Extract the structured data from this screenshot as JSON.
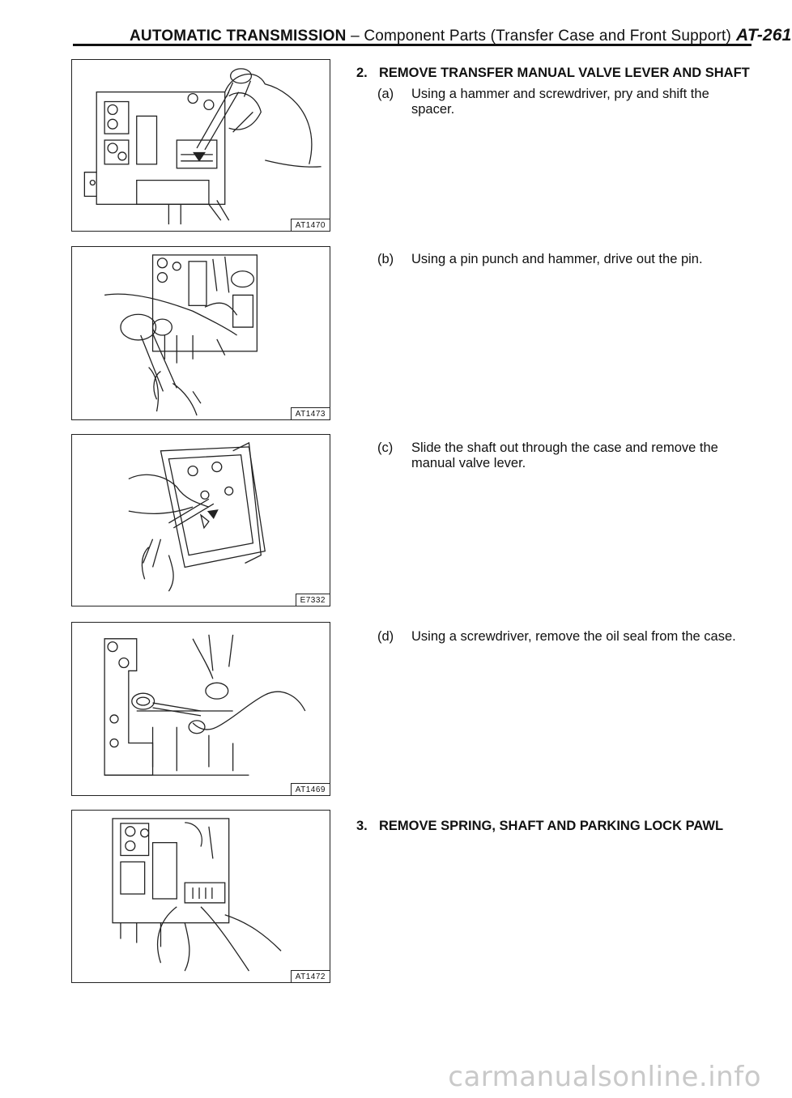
{
  "header": {
    "section": "AUTOMATIC TRANSMISSION",
    "subtitle": " – Component Parts (Transfer Case and Front Support)",
    "page": "AT-261"
  },
  "figures": [
    {
      "code": "AT1470"
    },
    {
      "code": "AT1473"
    },
    {
      "code": "E7332"
    },
    {
      "code": "AT1469"
    },
    {
      "code": "AT1472"
    }
  ],
  "steps": [
    {
      "number": "2.",
      "title": "REMOVE TRANSFER MANUAL VALVE LEVER AND SHAFT",
      "subs": [
        {
          "label": "(a)",
          "text": "Using a hammer and screwdriver, pry and shift the spacer."
        },
        {
          "label": "(b)",
          "text": "Using a pin punch and hammer, drive out the pin."
        },
        {
          "label": "(c)",
          "text": "Slide the shaft out through the case and remove the manual valve lever."
        },
        {
          "label": "(d)",
          "text": "Using a screwdriver, remove the oil seal from the case."
        }
      ]
    },
    {
      "number": "3.",
      "title": "REMOVE SPRING, SHAFT AND PARKING LOCK PAWL"
    }
  ],
  "watermark": "carmanualsonline.info"
}
